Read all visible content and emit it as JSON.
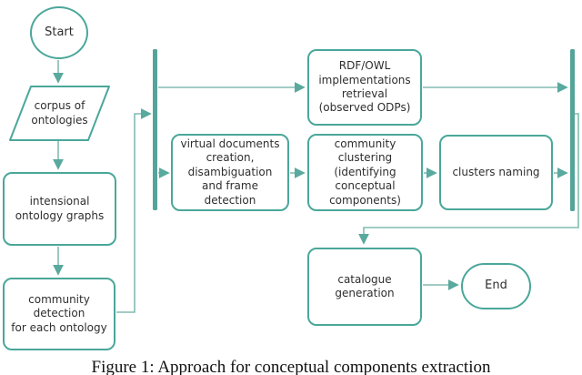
{
  "figure": {
    "caption": "Figure 1: Approach for conceptual components extraction"
  },
  "colors": {
    "node_border": "#4aa79a",
    "connector_line": "#82bcb2",
    "arrowhead": "#5aa99e",
    "sync_bar": "#55a49a",
    "text": "#2e2e2e"
  },
  "nodes": {
    "start": {
      "label": "Start",
      "shape": "ellipse"
    },
    "corpus": {
      "label": "corpus of\nontologies",
      "shape": "parallelogram"
    },
    "intensional": {
      "label": "intensional\nontology graphs",
      "shape": "rounded-rect"
    },
    "community_detection": {
      "label": "community\ndetection\nfor each ontology",
      "shape": "rounded-rect"
    },
    "virtual_docs": {
      "label": "virtual documents\ncreation,\ndisambiguation\nand frame\ndetection",
      "shape": "rounded-rect"
    },
    "rdf_owl": {
      "label": "RDF/OWL\nimplementations\nretrieval\n(observed ODPs)",
      "shape": "rounded-rect"
    },
    "community_clustering": {
      "label": "community\nclustering\n(identifying\nconceptual\ncomponents)",
      "shape": "rounded-rect"
    },
    "clusters_naming": {
      "label": "clusters naming",
      "shape": "rounded-rect"
    },
    "catalogue": {
      "label": "catalogue\ngeneration",
      "shape": "rounded-rect"
    },
    "end": {
      "label": "End",
      "shape": "stadium"
    }
  }
}
